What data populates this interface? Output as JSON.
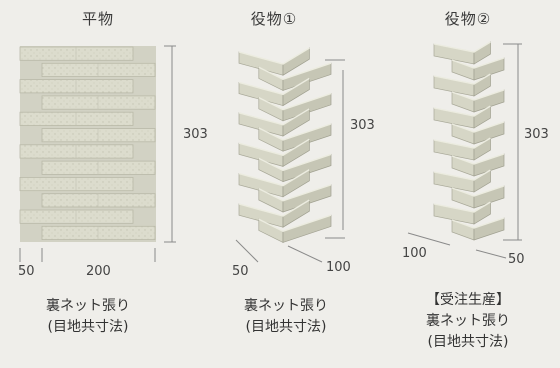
{
  "panels": [
    {
      "title": "平物",
      "captions": [
        "裏ネット張り",
        "(目地共寸法)"
      ],
      "dims": {
        "height": "303",
        "left_width": "50",
        "width": "200"
      }
    },
    {
      "title": "役物①",
      "captions": [
        "裏ネット張り",
        "(目地共寸法)"
      ],
      "dims": {
        "height": "303",
        "depth_a": "50",
        "depth_b": "100"
      }
    },
    {
      "title": "役物②",
      "captions": [
        "【受注生産】",
        "裏ネット張り",
        "(目地共寸法)"
      ],
      "dims": {
        "height": "303",
        "depth_a": "100",
        "depth_b": "50"
      }
    }
  ],
  "colors": {
    "brick_face": "#dcdccd",
    "brick_shade": "#b9b9a8",
    "brick_dark": "#9c9c8c",
    "dim_line": "#8a8a8a"
  }
}
